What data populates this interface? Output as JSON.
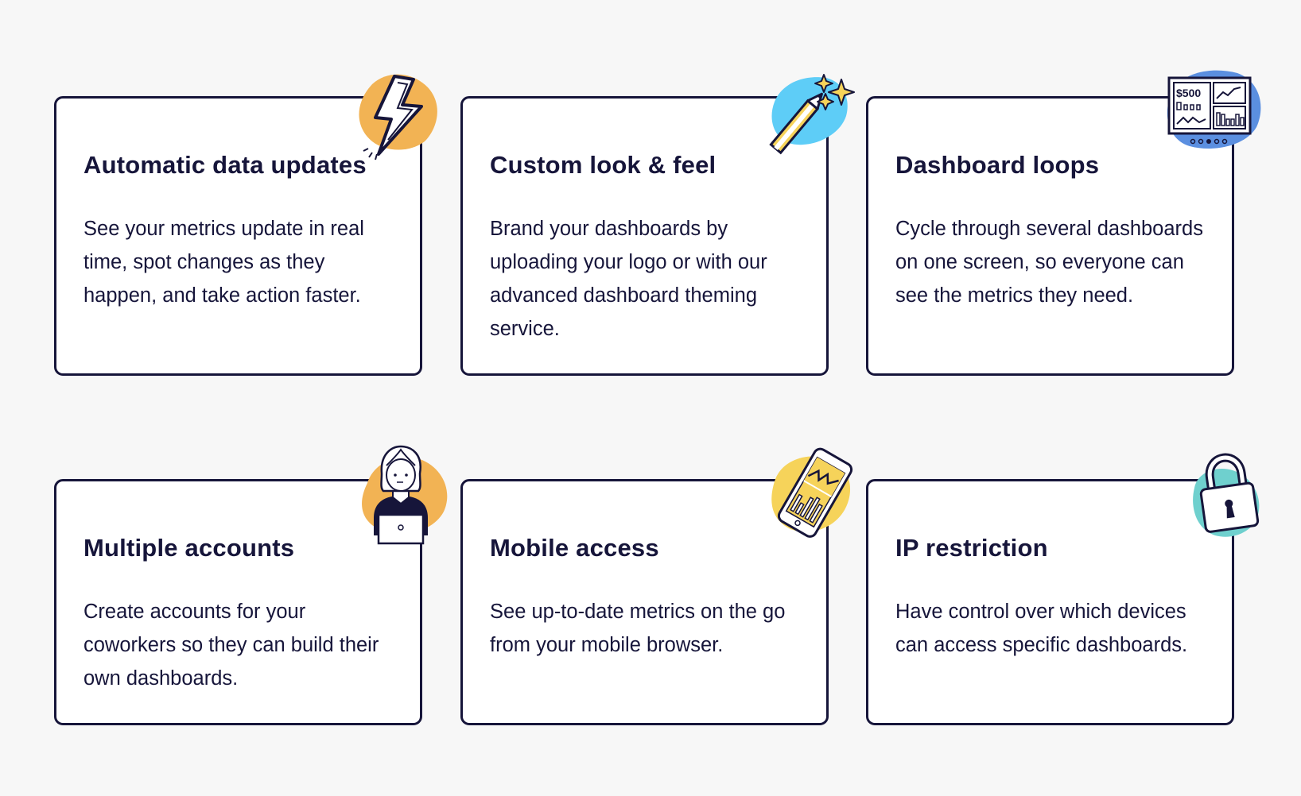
{
  "colors": {
    "background": "#f7f7f7",
    "card_border": "#16153a",
    "text": "#16153a",
    "orange_blob": "#f2b354",
    "sky_blob": "#5ecdf7",
    "blue_blob": "#5b8fe0",
    "yellow_blob": "#f6d35a",
    "teal_blob": "#6fd0ce"
  },
  "features": [
    {
      "title": "Automatic data updates",
      "body": "See your metrics update in real time, spot changes as they happen, and take action faster.",
      "icon": "lightning-bolt-icon"
    },
    {
      "title": "Custom look & feel",
      "body": "Brand your dashboards by uploading your logo or with our advanced dashboard theming service.",
      "icon": "pencil-sparkles-icon"
    },
    {
      "title": "Dashboard loops",
      "body": "Cycle through several dashboards on one screen, so everyone can see the metrics they need.",
      "icon": "dashboard-monitor-icon",
      "icon_text": "$500"
    },
    {
      "title": "Multiple accounts",
      "body": "Create accounts for your coworkers so they can build their own dashboards.",
      "icon": "person-laptop-icon"
    },
    {
      "title": "Mobile access",
      "body": "See up-to-date metrics on the go from your mobile browser.",
      "icon": "mobile-phone-chart-icon"
    },
    {
      "title": "IP restriction",
      "body": "Have control over which devices can access specific dashboards.",
      "icon": "padlock-icon"
    }
  ]
}
